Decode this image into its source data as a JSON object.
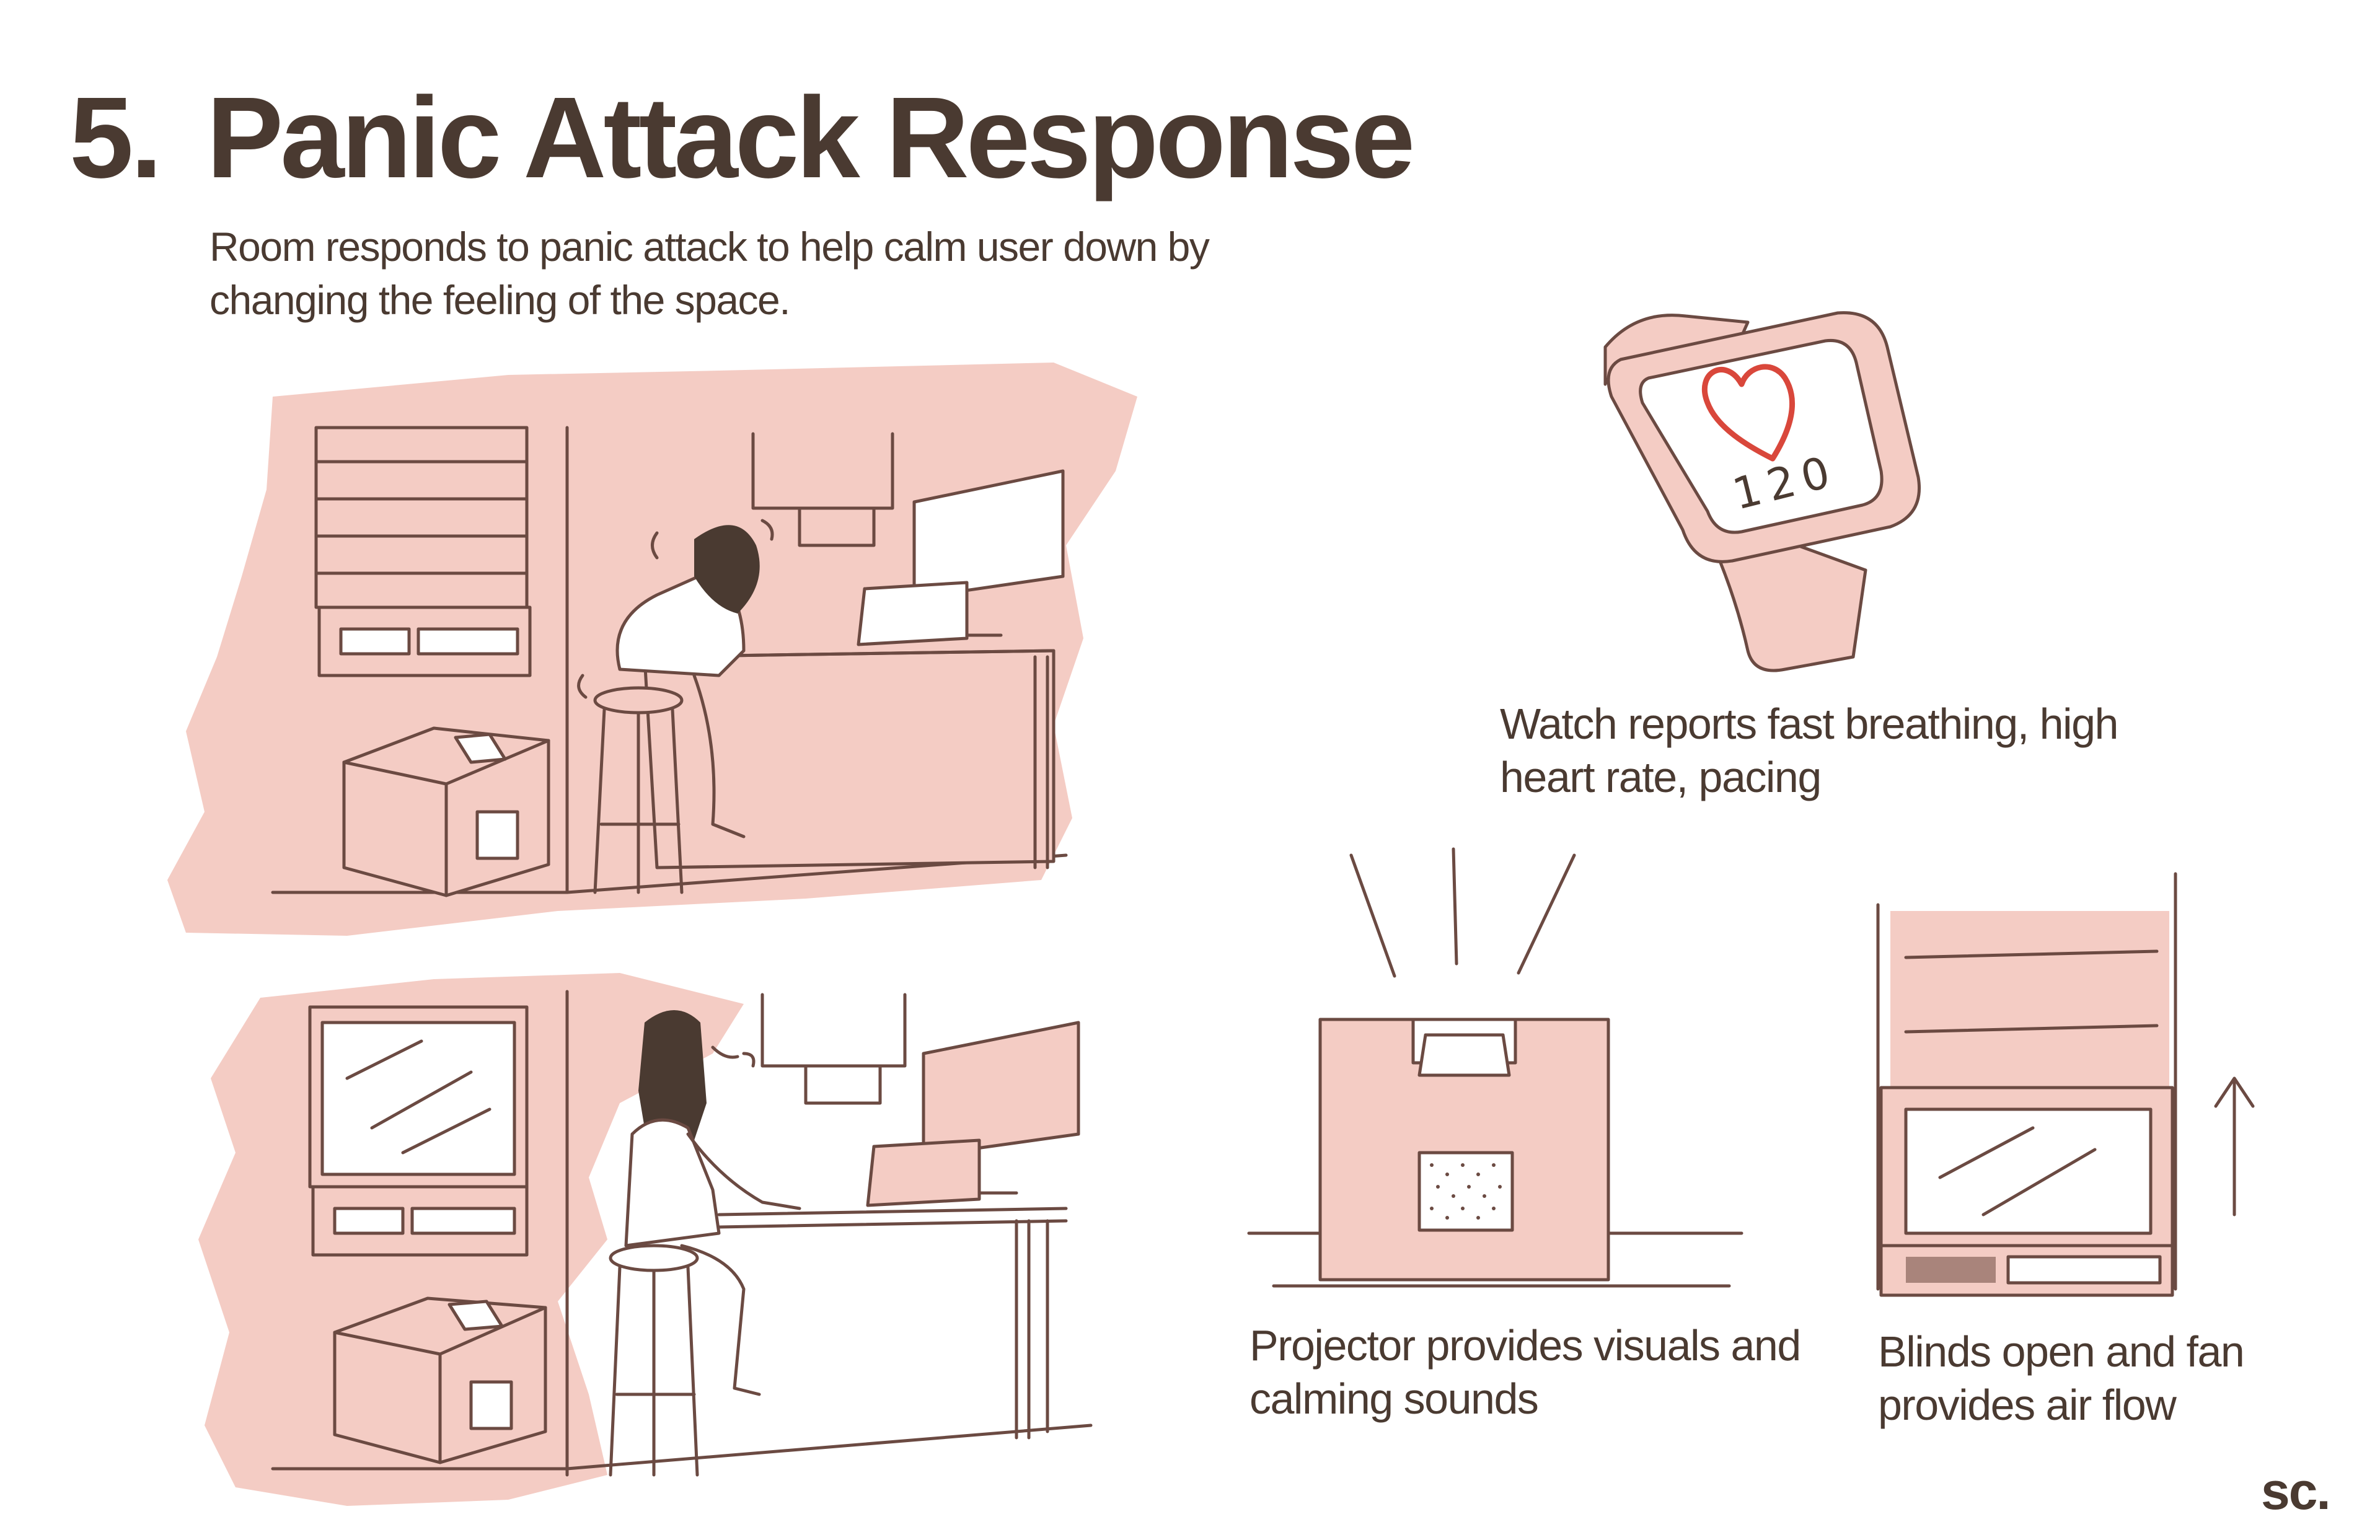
{
  "heading": {
    "number": "5.",
    "title": "Panic Attack Response",
    "subtitle": "Room responds to panic attack to help calm user down by changing the feeling of the space."
  },
  "watch": {
    "heart_rate": "120",
    "caption": "Watch reports fast breathing, high heart rate, pacing"
  },
  "projector": {
    "caption": "Projector provides visuals and calming sounds"
  },
  "blinds": {
    "caption": "Blinds open and fan provides air flow"
  },
  "logo": "sc.",
  "colors": {
    "text": "#4a3a31",
    "wash": "#f4ccc4",
    "line": "#6b4a42",
    "heart": "#d9473b"
  }
}
